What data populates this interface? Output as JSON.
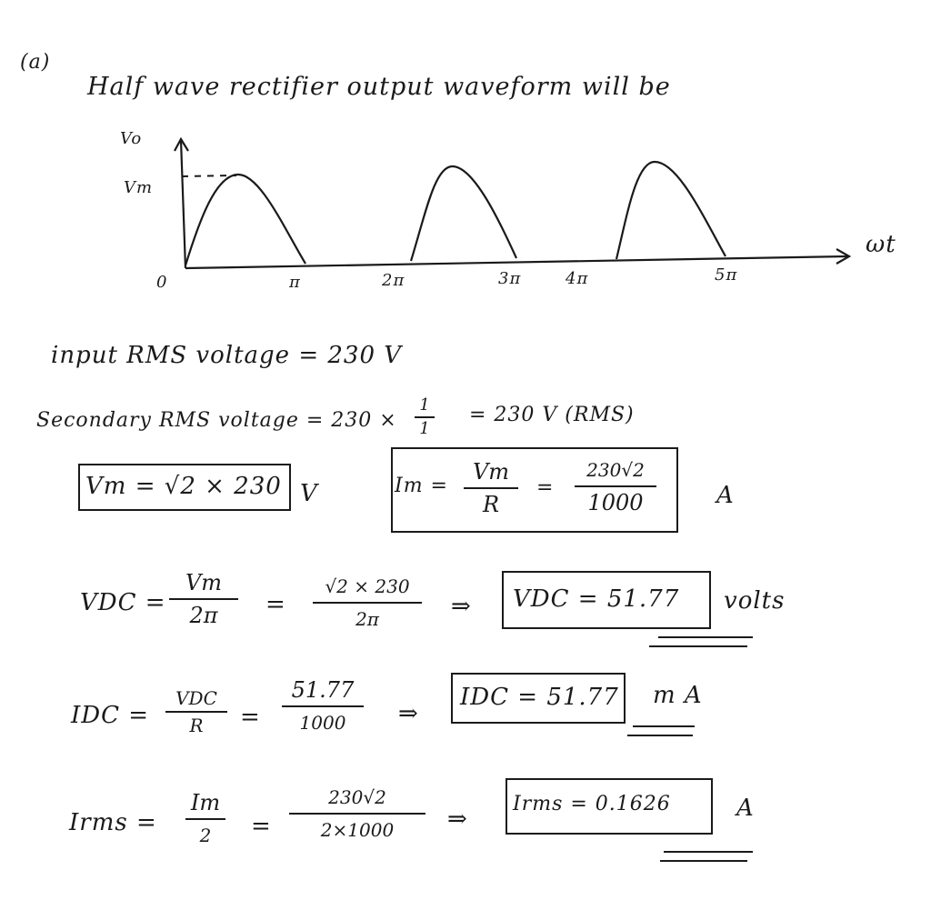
{
  "part_label": "(a)",
  "heading": "Half wave rectifier output waveform will be",
  "graph": {
    "y_label": "Vo",
    "peak_label": "Vm",
    "x_label": "ωt",
    "origin_label": "0",
    "ticks": [
      "π",
      "2π",
      "3π",
      "4π",
      "5π"
    ]
  },
  "lines": {
    "input_rms": "input RMS voltage = 230 V",
    "secondary_left": "Secondary RMS voltage = 230 ×",
    "secondary_frac_num": "1",
    "secondary_frac_den": "1",
    "secondary_right": "= 230 V (RMS)"
  },
  "vm_box": {
    "text": "Vm = √2 × 230",
    "unit": "V"
  },
  "im_box": {
    "lhs": "Im =",
    "num": "Vm",
    "den": "R",
    "eq": "=",
    "num2": "230√2",
    "den2": "1000",
    "unit": "A"
  },
  "vdc": {
    "lhs": "VDC =",
    "num1": "Vm",
    "den1": "2π",
    "eq": "=",
    "num2": "√2 × 230",
    "den2": "2π",
    "arrow": "⇒",
    "result": "VDC = 51.77",
    "unit": "volts"
  },
  "idc": {
    "lhs": "IDC =",
    "num1": "VDC",
    "den1": "R",
    "eq": "=",
    "num2": "51.77",
    "den2": "1000",
    "arrow": "⇒",
    "result": "IDC = 51.77",
    "unit": "m A"
  },
  "irms": {
    "lhs": "Irms =",
    "num1": "Im",
    "den1": "2",
    "eq": "=",
    "num2": "230√2",
    "den2": "2×1000",
    "arrow": "⇒",
    "result": "Irms = 0.1626",
    "unit": "A"
  }
}
